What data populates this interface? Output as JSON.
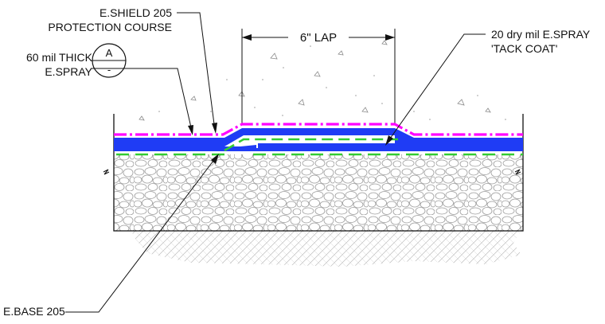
{
  "callouts": {
    "eshield": {
      "line1": "E.SHIELD 205",
      "line2": "PROTECTION COURSE"
    },
    "thick": {
      "line1": "60 mil THICK",
      "line2": "E.SPRAY"
    },
    "tack": {
      "line1": "20 dry mil E.SPRAY",
      "line2": "'TACK COAT'"
    },
    "ebase": {
      "line1": "E.BASE 205"
    }
  },
  "dimension": {
    "label": "6\" LAP"
  },
  "section_marker": {
    "top": "A",
    "bottom": "-"
  },
  "colors": {
    "membrane": "#1f3cf5",
    "protection_course": "#ff00ff",
    "base_course": "#33cc33",
    "linework": "#111111"
  }
}
